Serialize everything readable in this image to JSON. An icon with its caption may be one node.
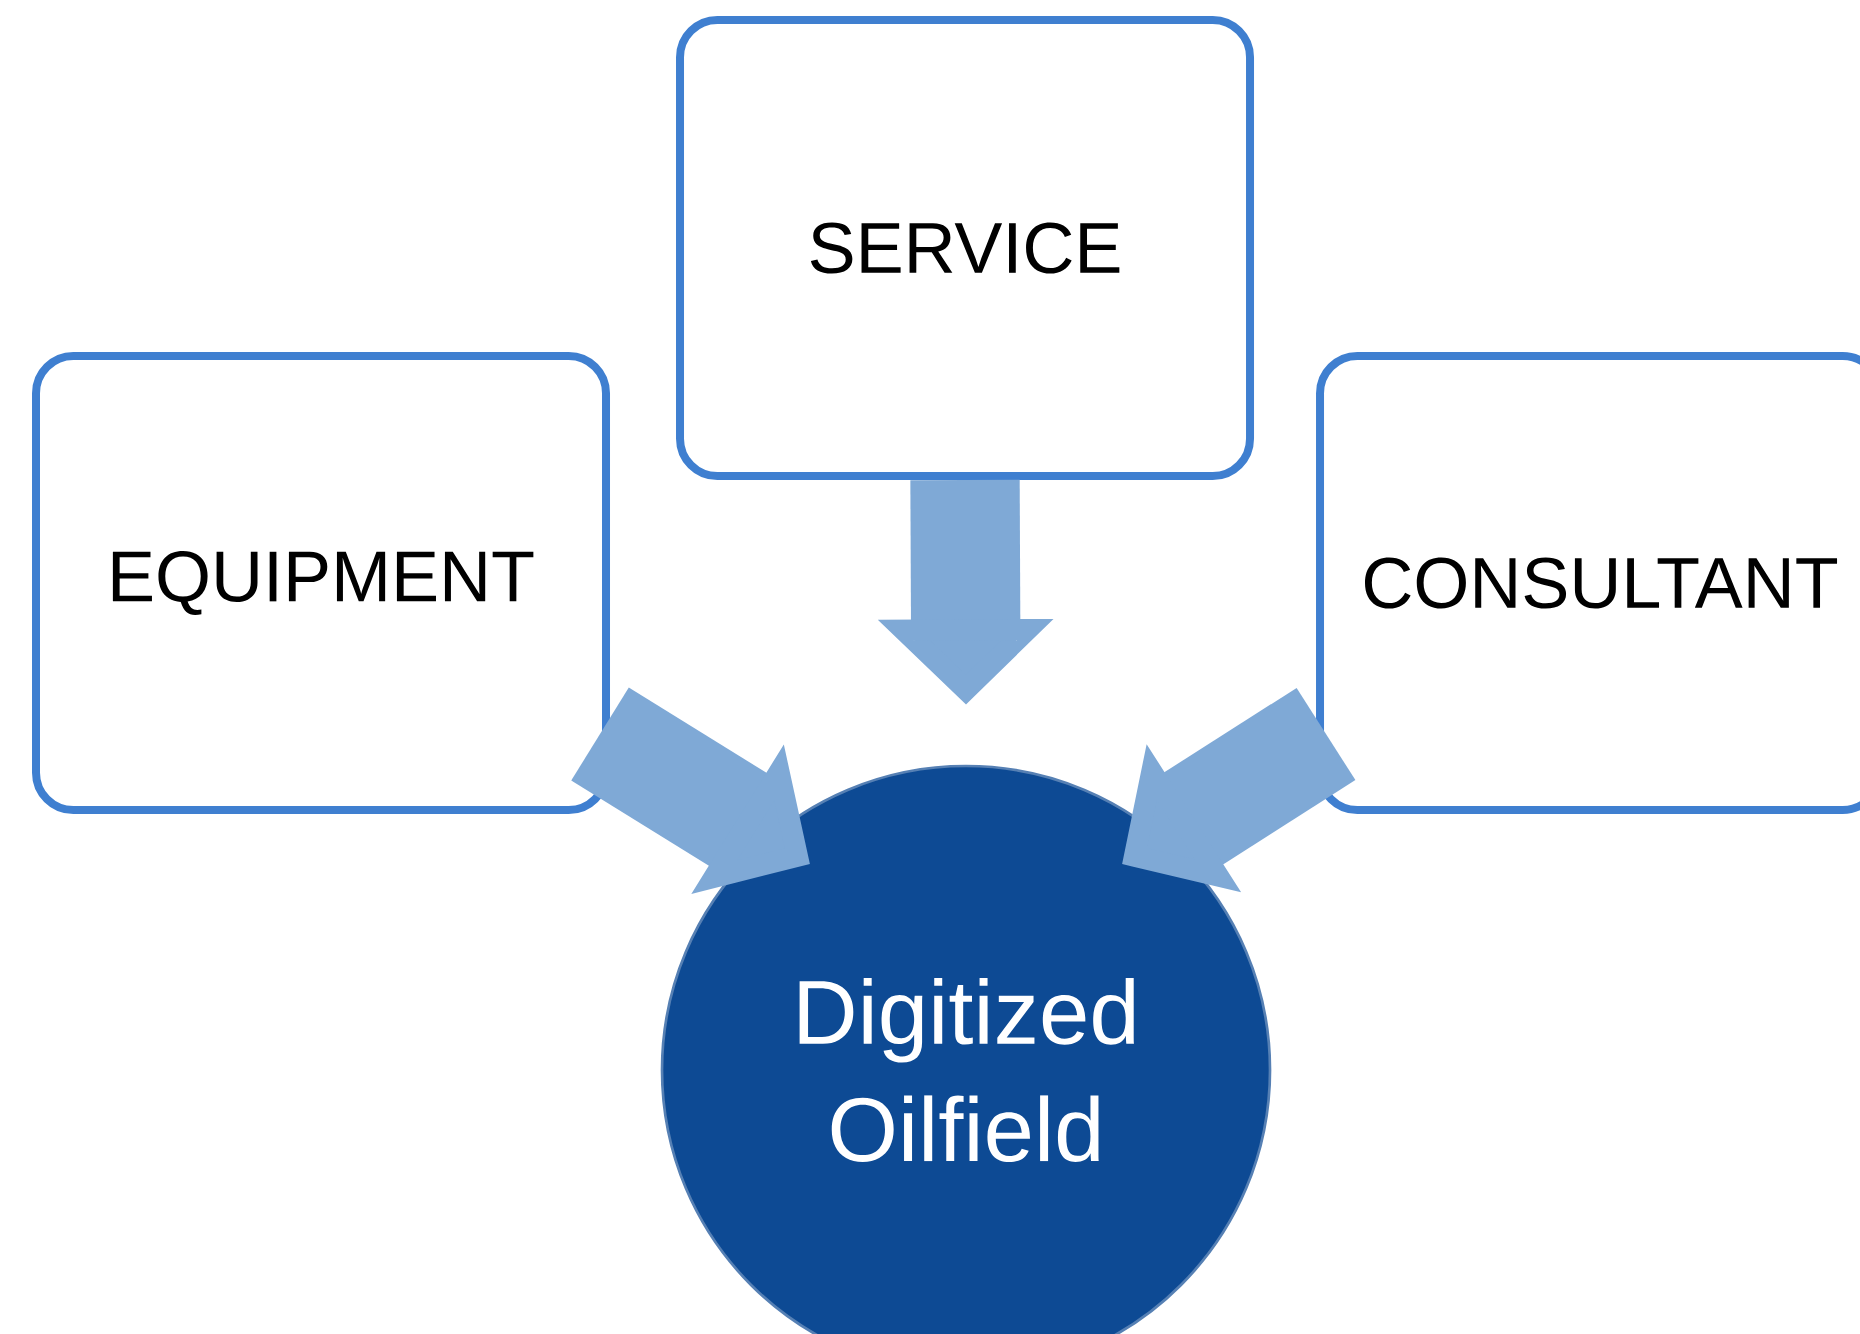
{
  "diagram": {
    "nodes": [
      {
        "text": [
          "SERVICE"
        ]
      },
      {
        "text": [
          "EQUIPMENT"
        ]
      },
      {
        "text": [
          "CONSULTANT"
        ]
      },
      {
        "text": [
          "Digitized Oilfield"
        ]
      }
    ],
    "edges": [
      {
        "from": 0,
        "to": 3,
        "arrow": "to"
      },
      {
        "from": 1,
        "to": 3,
        "arrow": "to"
      },
      {
        "from": 2,
        "to": 3,
        "arrow": "to"
      }
    ]
  }
}
